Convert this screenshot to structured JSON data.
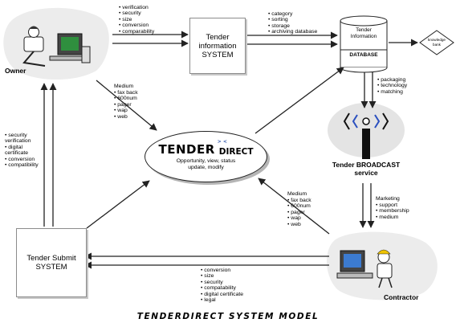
{
  "title": "TENDERDIRECT SYSTEM MODEL",
  "owner_label": "Owner",
  "contractor_label": "Contractor",
  "info_system": {
    "line1": "Tender",
    "line2": "information",
    "line3": "SYSTEM"
  },
  "submit_system": {
    "line1": "Tender Submit",
    "line2": "SYSTEM"
  },
  "database": {
    "line1": "Tender",
    "line2": "Information",
    "label": "DATABASE"
  },
  "knowledge_bank": {
    "line1": "knowledge",
    "line2": "bank"
  },
  "broadcast": {
    "line1": "Tender BROADCAST",
    "line2": "service"
  },
  "center": {
    "word1": "TENDER",
    "word2": "DIRECT",
    "mini": "> <",
    "line1": "Opportunity, view, status",
    "line2": "update, modify"
  },
  "owner_to_info_list": [
    "verification",
    "security",
    "size",
    "conversion",
    "comparability"
  ],
  "info_to_db_list": [
    "category",
    "sorting",
    "storage",
    "archiving database"
  ],
  "db_to_broadcast_list": [
    "packaging",
    "technology",
    "matching"
  ],
  "marketing": {
    "heading": "Marketing",
    "items": [
      "support",
      "membership",
      "medium"
    ]
  },
  "owner_medium": {
    "heading": "Medium",
    "items": [
      "fax back",
      "600num",
      "pager",
      "wap",
      "web"
    ]
  },
  "contractor_medium": {
    "heading": "Medium",
    "items": [
      "fax back",
      "600num",
      "pager",
      "wap",
      "web"
    ]
  },
  "left_list": [
    "security verification",
    "digital certificate",
    "conversion",
    "compatibility"
  ],
  "bottom_list": [
    "conversion",
    "size",
    "security",
    "compatability",
    "digital certificate",
    "legal"
  ]
}
